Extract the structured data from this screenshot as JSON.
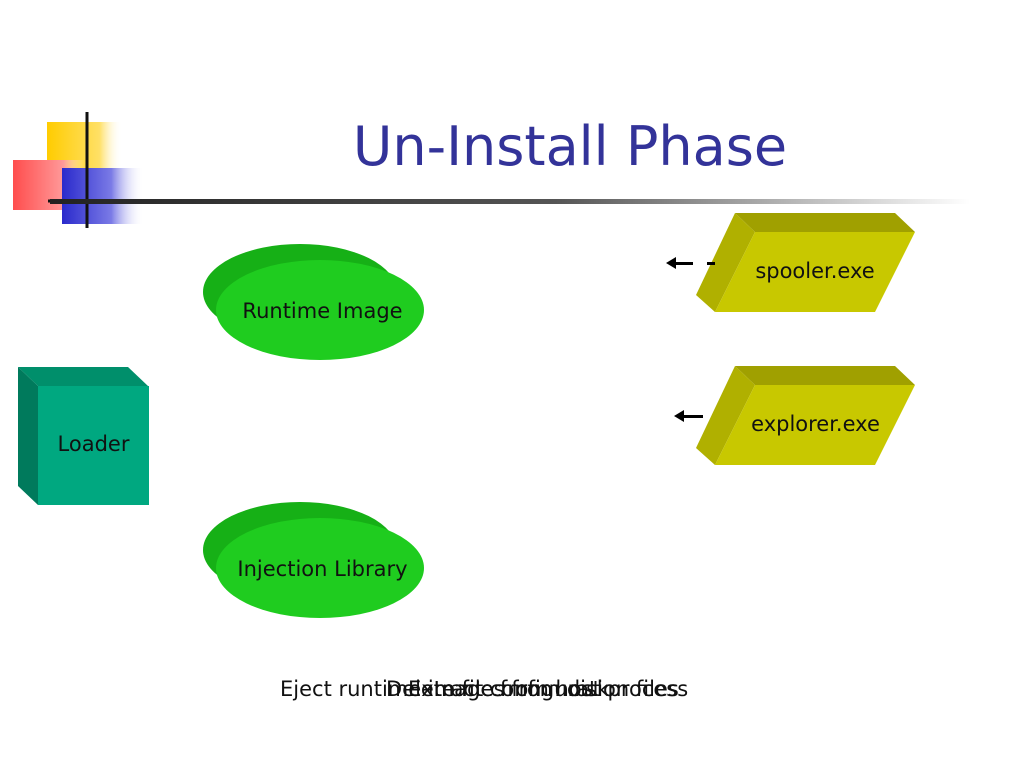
{
  "slide": {
    "title": "Un-Install Phase"
  },
  "nodes": {
    "runtime_image": "Runtime Image",
    "injection_library": "Injection Library",
    "loader": "Loader",
    "spooler": "spooler.exe",
    "explorer": "explorer.exe"
  },
  "captions": {
    "eject": "Eject runtime image from host process",
    "delete": "Delete files from disk",
    "extract": "Extract configuration files"
  },
  "colors": {
    "title": "#333399",
    "ellipse_fill": "#1fcc1f",
    "loader_fill": "#00a880",
    "process_fill": "#c8c800"
  },
  "icons": {
    "arrow_left": "arrow-left-icon"
  }
}
